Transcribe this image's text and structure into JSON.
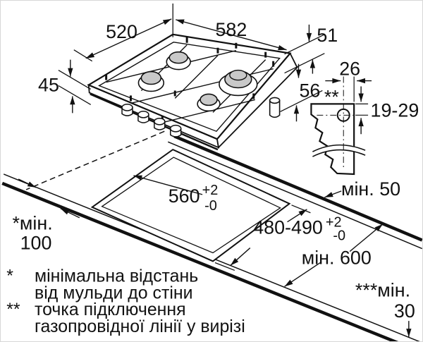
{
  "diagram": {
    "hob": {
      "dim_width": "520",
      "dim_depth": "582",
      "dim_install_depth": "45",
      "dim_edge_height": "51",
      "dim_body_height": "56"
    },
    "gas_connection": {
      "dim_offset": "26",
      "footnote_ref": "**",
      "dim_height_range": "19-29"
    },
    "worktop": {
      "cutout_width": "560",
      "cutout_width_tol_plus": "+2",
      "cutout_width_tol_minus": "-0",
      "cutout_depth": "480-490",
      "cutout_depth_tol_plus": "+2",
      "cutout_depth_tol_minus": "-0",
      "clearance_back": "мін. 50",
      "clearance_side_line1": "*мін.",
      "clearance_side_line2": "100",
      "worktop_depth": "мін. 600",
      "clearance_front_line1": "***мін.",
      "clearance_front_line2": "30"
    },
    "footnotes": [
      {
        "marker": "*",
        "line1": "мінімальна відстань",
        "line2": "від мульди до стіни"
      },
      {
        "marker": "**",
        "line1": "точка підключення",
        "line2": "газопровідної лінії у вирізі"
      }
    ]
  }
}
